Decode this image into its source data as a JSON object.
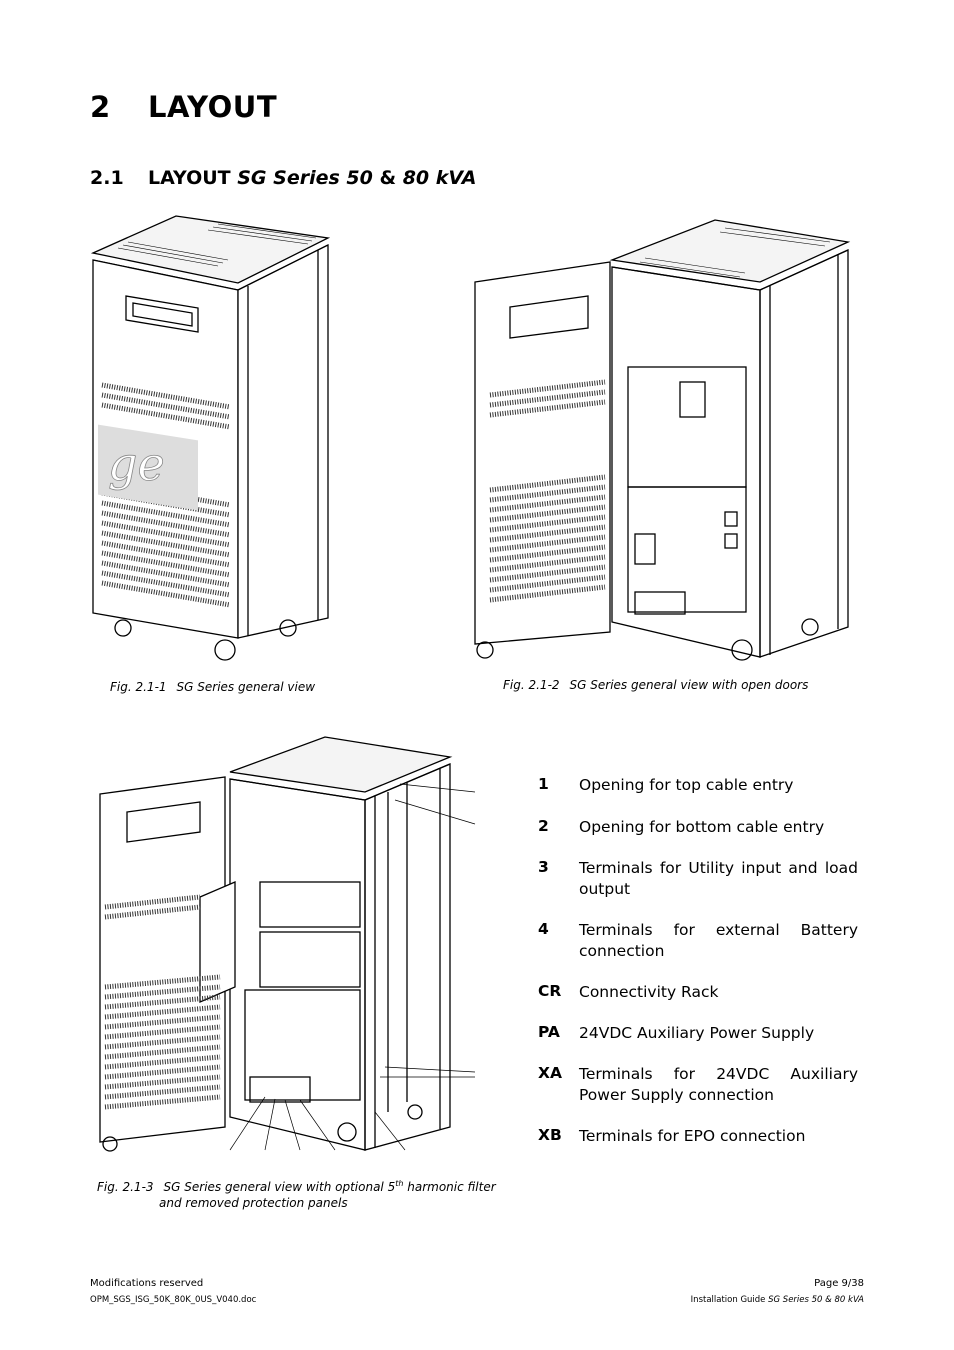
{
  "heading": {
    "number": "2",
    "title": "LAYOUT"
  },
  "subheading": {
    "number": "2.1",
    "prefix": "LAYOUT",
    "italic": "SG Series 50",
    "joiner": "&",
    "italic2": "80 kVA"
  },
  "figures": [
    {
      "number": "Fig. 2.1-1",
      "caption": "SG Series general view"
    },
    {
      "number": "Fig. 2.1-2",
      "caption": "SG Series general view with open doors"
    },
    {
      "number": "Fig. 2.1-3",
      "caption_line1_a": "SG Series general view with optional 5",
      "caption_sup": "th",
      "caption_line1_b": " harmonic filter",
      "caption_line2": "and removed protection panels"
    }
  ],
  "legend": [
    {
      "key": "1",
      "text": "Opening for top cable entry"
    },
    {
      "key": "2",
      "text": "Opening for bottom cable entry"
    },
    {
      "key": "3",
      "text": "Terminals for Utility input and load output"
    },
    {
      "key": "4",
      "text": "Terminals for external Battery connection"
    },
    {
      "key": "CR",
      "text": "Connectivity Rack"
    },
    {
      "key": "PA",
      "text": "24VDC Auxiliary Power Supply"
    },
    {
      "key": "XA",
      "text": "Terminals for 24VDC Auxiliary Power Supply connection"
    },
    {
      "key": "XB",
      "text": "Terminals for EPO connection"
    }
  ],
  "footer": {
    "left_line1": "Modifications reserved",
    "left_line2": "OPM_SGS_ISG_50K_80K_0US_V040.doc",
    "right_line1": "Page 9/38",
    "right_line2_a": "Installation Guide ",
    "right_line2_b": "SG Series 50 & 80 kVA"
  }
}
